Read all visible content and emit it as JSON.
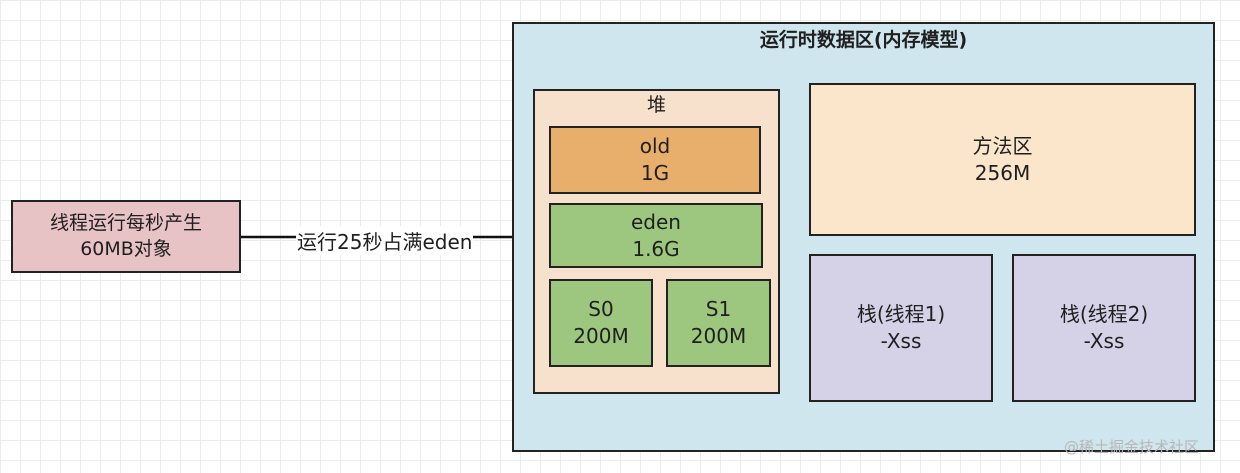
{
  "runtime_area": {
    "title": "运行时数据区(内存模型)"
  },
  "producer": {
    "line1": "线程运行每秒产生",
    "line2": "60MB对象"
  },
  "edge_label": "运行25秒占满eden",
  "heap": {
    "title": "堆",
    "old": {
      "name": "old",
      "size": "1G"
    },
    "eden": {
      "name": "eden",
      "size": "1.6G"
    },
    "s0": {
      "name": "S0",
      "size": "200M"
    },
    "s1": {
      "name": "S1",
      "size": "200M"
    }
  },
  "method_area": {
    "name": "方法区",
    "size": "256M"
  },
  "stacks": [
    {
      "name": "栈(线程1)",
      "param": "-Xss"
    },
    {
      "name": "栈(线程2)",
      "param": "-Xss"
    }
  ],
  "watermark": "@稀土掘金技术社区",
  "colors": {
    "runtime_fill": "#cfe6ef",
    "producer_fill": "#e8c3c6",
    "heap_fill": "#f8e1cc",
    "old_fill": "#e7ae6c",
    "young_fill": "#9dc77f",
    "method_fill": "#fbe5cb",
    "stack_fill": "#d5d1e7"
  }
}
